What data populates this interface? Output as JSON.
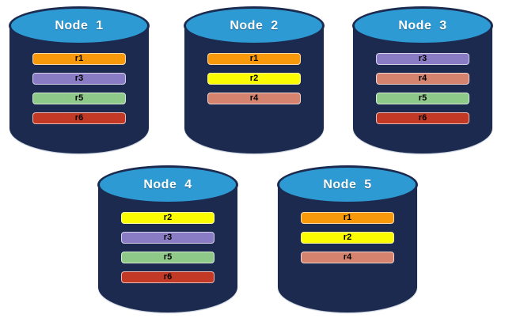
{
  "diagram": {
    "background": "#ffffff",
    "palette": {
      "cylinder_body": "#1b2a4e",
      "cylinder_top": "#2e9ad4",
      "cylinder_outline": "#1b2a4e",
      "title_text": "#ffffff",
      "replica_text": "#000000",
      "replica_colors": {
        "r1": "#f8980b",
        "r2": "#fbfb02",
        "r3": "#8a7cc4",
        "r4": "#d5826f",
        "r5": "#8fc98a",
        "r6": "#c23a26"
      }
    },
    "nodes": [
      {
        "title": "Node  1",
        "replicas": [
          "r1",
          "r3",
          "r5",
          "r6"
        ]
      },
      {
        "title": "Node  2",
        "replicas": [
          "r1",
          "r2",
          "r4"
        ]
      },
      {
        "title": "Node  3",
        "replicas": [
          "r3",
          "r4",
          "r5",
          "r6"
        ]
      },
      {
        "title": "Node  4",
        "replicas": [
          "r2",
          "r3",
          "r5",
          "r6"
        ]
      },
      {
        "title": "Node  5",
        "replicas": [
          "r1",
          "r2",
          "r4"
        ]
      }
    ]
  }
}
